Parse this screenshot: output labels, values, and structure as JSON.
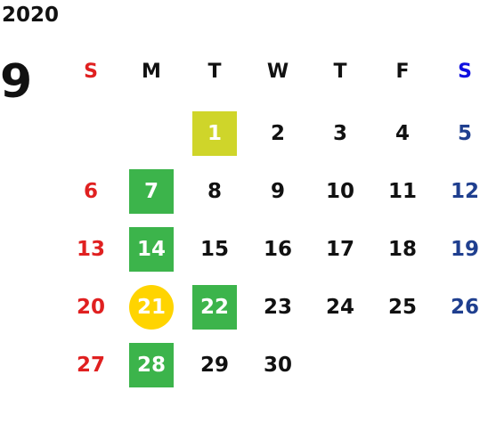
{
  "year": "2020",
  "month": "9",
  "weekdays": [
    "S",
    "M",
    "T",
    "W",
    "T",
    "F",
    "S"
  ],
  "colors": {
    "sunday": "#e02020",
    "saturday": "#1f3f8f",
    "highlight_lime": "#cfd52a",
    "highlight_green": "#3cb44b",
    "highlight_yellow_circle": "#ffd400"
  },
  "weeks": [
    [
      "",
      "",
      "1",
      "2",
      "3",
      "4",
      "5"
    ],
    [
      "6",
      "7",
      "8",
      "9",
      "10",
      "11",
      "12"
    ],
    [
      "13",
      "14",
      "15",
      "16",
      "17",
      "18",
      "19"
    ],
    [
      "20",
      "21",
      "22",
      "23",
      "24",
      "25",
      "26"
    ],
    [
      "27",
      "28",
      "29",
      "30",
      "",
      "",
      ""
    ]
  ],
  "highlights": {
    "1": "lime",
    "7": "green",
    "14": "green",
    "21": "yellow-circle",
    "22": "green",
    "28": "green"
  }
}
